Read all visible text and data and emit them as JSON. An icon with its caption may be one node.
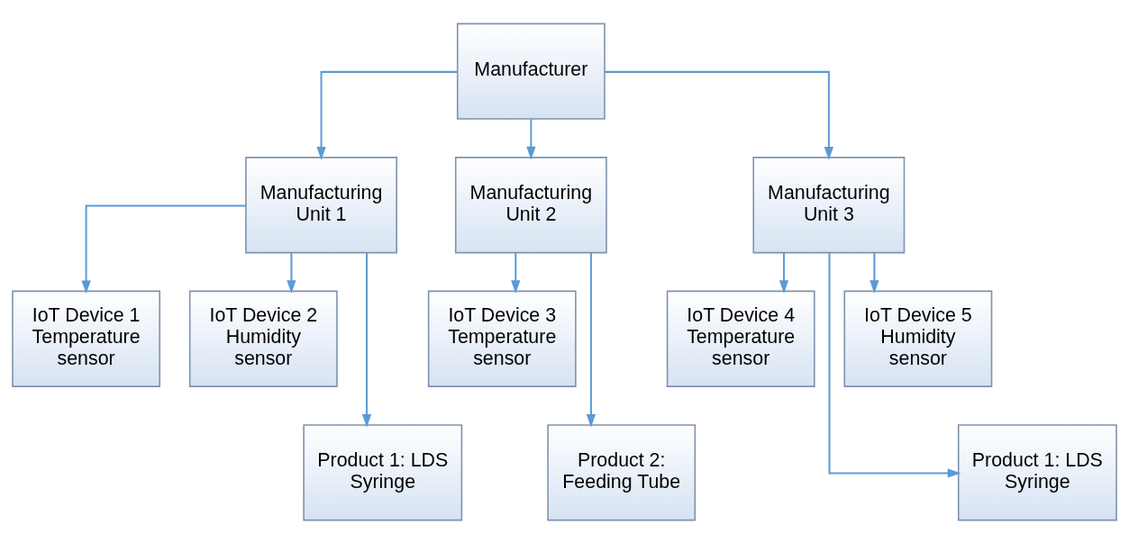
{
  "diagram": {
    "nodes": [
      {
        "text": [
          "Manufacturer"
        ]
      },
      {
        "text": [
          "Manufacturing Unit 1"
        ]
      },
      {
        "text": [
          "Manufacturing Unit 2"
        ]
      },
      {
        "text": [
          "Manufacturing Unit 3"
        ]
      },
      {
        "text": [
          "IoT Device 1 Temperature sensor"
        ]
      },
      {
        "text": [
          "IoT Device 2 Humidity sensor"
        ]
      },
      {
        "text": [
          "Product 1: LDS Syringe"
        ]
      },
      {
        "text": [
          "IoT Device 3 Temperature sensor"
        ]
      },
      {
        "text": [
          "Product 2: Feeding Tube"
        ]
      },
      {
        "text": [
          "IoT Device 4 Temperature sensor"
        ]
      },
      {
        "text": [
          "IoT Device 5 Humidity sensor"
        ]
      },
      {
        "text": [
          "Product 1: LDS Syringe"
        ]
      }
    ],
    "edges": [
      {
        "from": 0,
        "to": 1,
        "arrow": "to"
      },
      {
        "from": 0,
        "to": 2,
        "arrow": "to"
      },
      {
        "from": 0,
        "to": 3,
        "arrow": "to"
      },
      {
        "from": 1,
        "to": 4,
        "arrow": "to"
      },
      {
        "from": 1,
        "to": 6,
        "arrow": "to"
      },
      {
        "from": 1,
        "to": 5,
        "arrow": "to"
      },
      {
        "from": 2,
        "to": 7,
        "arrow": "to"
      },
      {
        "from": 2,
        "to": 8,
        "arrow": "to"
      },
      {
        "from": 3,
        "to": 9,
        "arrow": "to"
      },
      {
        "from": 3,
        "to": 11,
        "arrow": "to"
      },
      {
        "from": 3,
        "to": 10,
        "arrow": "to"
      }
    ]
  }
}
